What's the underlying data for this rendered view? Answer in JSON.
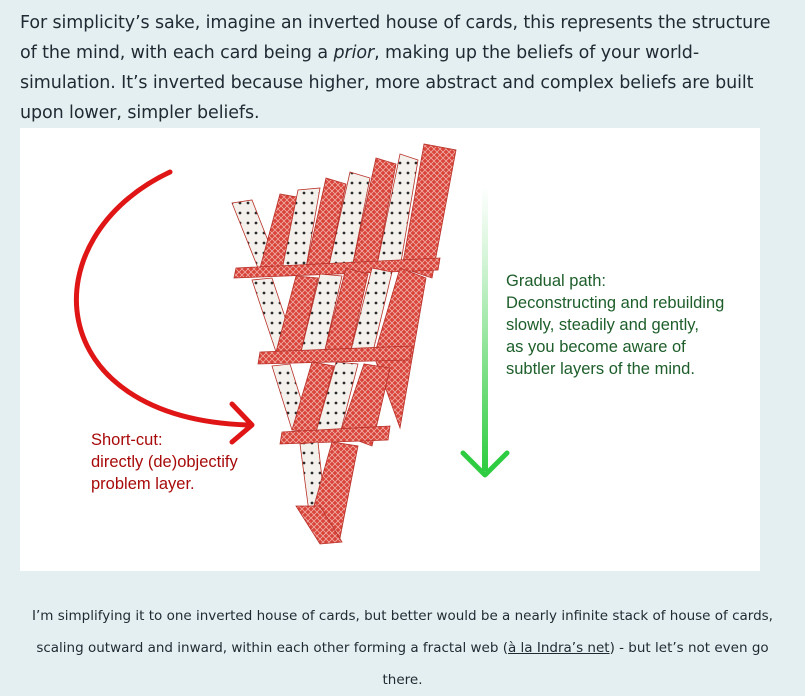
{
  "intro": {
    "part1": "For simplicity’s sake, imagine an inverted house of cards, this represents the structure of the mind, with each card being a ",
    "emphasis": "prior",
    "part2": ", making up the beliefs of your world-simulation. It’s inverted because higher, more abstract and complex beliefs are built upon lower, simpler beliefs."
  },
  "figure": {
    "shortcut_lines": [
      "Short-cut:",
      "directly (de)objectify",
      "problem layer."
    ],
    "gradual_lines": [
      "Gradual path:",
      "Deconstructing and rebuilding",
      "slowly, steadily and gently,",
      "as you become aware of",
      "subtler layers of the mind."
    ],
    "colors": {
      "shortcut_arrow": "#e01616",
      "gradual_arrow": "#2ecc40",
      "card_back": "#d8443a",
      "shortcut_text": "#a80a0a",
      "gradual_text": "#1d5e2a"
    }
  },
  "caption": {
    "part1": "I’m simplifying it to one inverted house of cards, but better would be a nearly infinite stack of house of cards, scaling outward and inward, within each other forming a fractal web (",
    "link": "à la Indra’s net",
    "part2": ") - but let’s not even go there."
  }
}
